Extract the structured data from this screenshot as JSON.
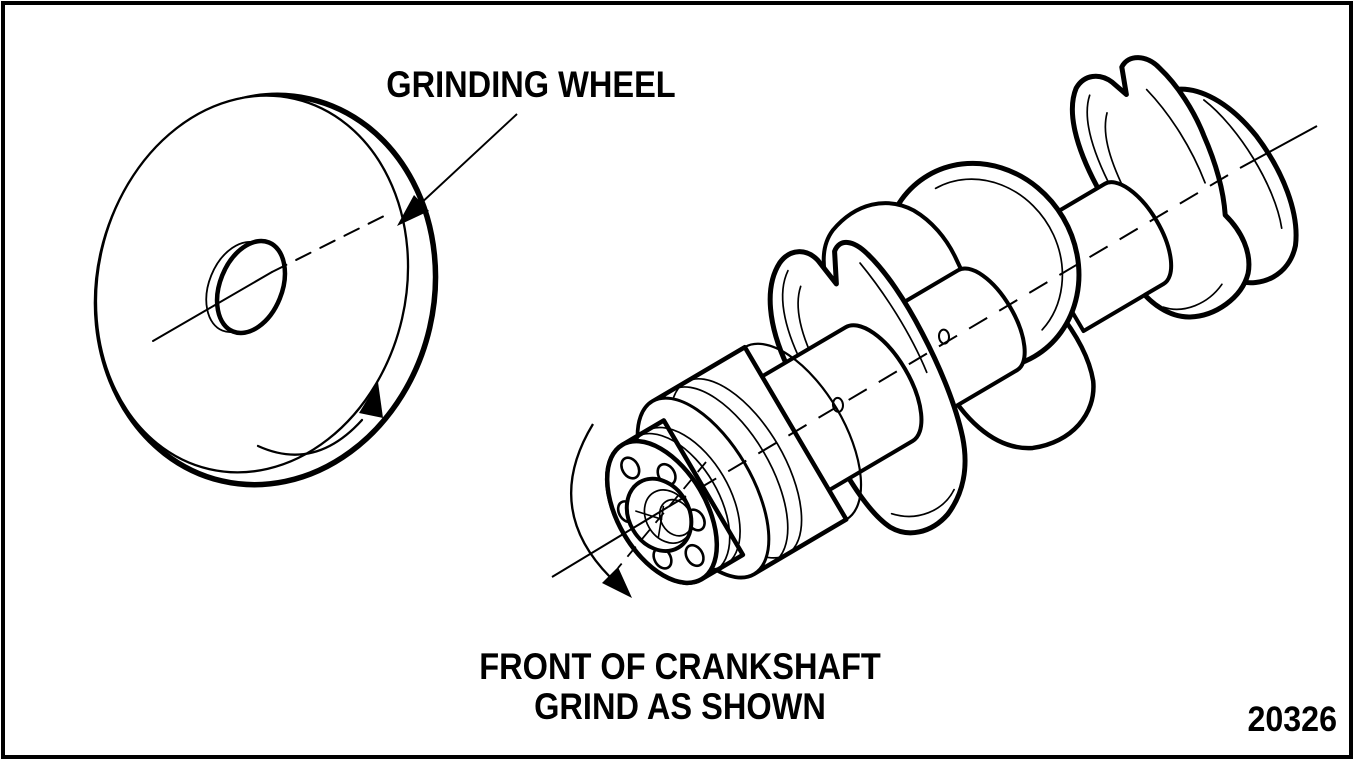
{
  "diagram": {
    "type": "technical-illustration",
    "subject": "crankshaft grinding orientation",
    "labels": {
      "grinding_wheel": "GRINDING WHEEL",
      "caption_line1": "FRONT OF CRANKSHAFT",
      "caption_line2": "GRIND AS SHOWN"
    },
    "figure_number": "20326",
    "colors": {
      "ink": "#000000",
      "paper": "#ffffff"
    },
    "icons": {
      "leader_arrow": "straight-arrow-pointing-to-grinding-wheel-rim",
      "wheel_rotation_arrow": "curved-rotation-arrow-on-wheel",
      "crankshaft_rotation_arrow": "curved-rotation-arrow-on-crankshaft-nose",
      "centerline": "dash-dot-axis-centerline"
    }
  }
}
